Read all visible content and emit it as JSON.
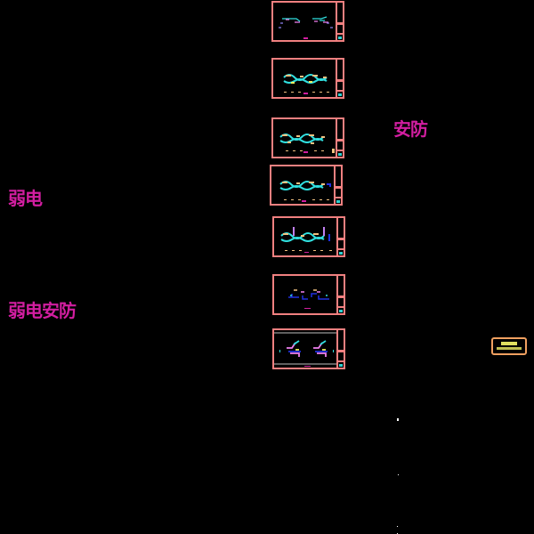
{
  "labels": {
    "weak_current": "弱电",
    "weak_current_security": "弱电安防",
    "security": "安防"
  },
  "colors": {
    "background": "#000000",
    "label_text": "#d21ea0",
    "sheet_frame": "#f08080",
    "legend_frame": "#f0a060",
    "legend_text": "#e0e060",
    "drawing_cyan": "#30e0e0",
    "drawing_blue": "#2030e0",
    "drawing_pink": "#f080f0",
    "drawing_tan": "#f0c080"
  },
  "sheets": [
    {
      "id": "sheet-1",
      "style": "sparse"
    },
    {
      "id": "sheet-2",
      "style": "dense"
    },
    {
      "id": "sheet-3",
      "style": "dense"
    },
    {
      "id": "sheet-4",
      "style": "dense"
    },
    {
      "id": "sheet-5",
      "style": "dense-risers"
    },
    {
      "id": "sheet-6",
      "style": "blue-schematic"
    },
    {
      "id": "sheet-7",
      "style": "pink-schematic"
    }
  ],
  "legend_block": {
    "lines": 2
  }
}
